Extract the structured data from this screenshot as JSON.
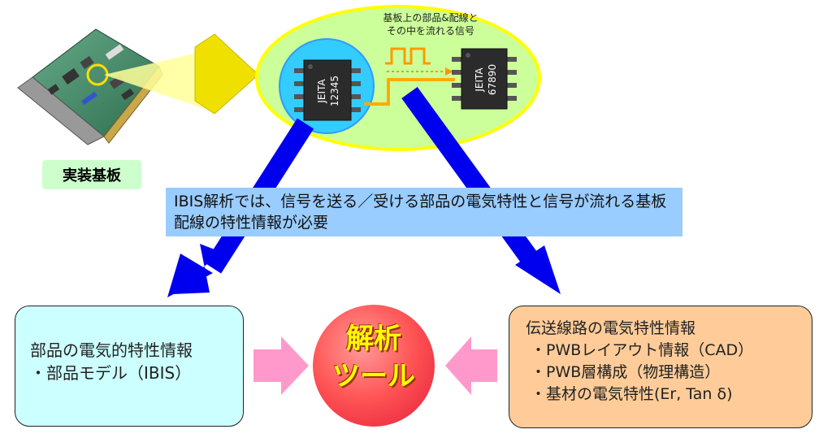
{
  "board_label": "実装基板",
  "ellipse_note": [
    "基板上の部品&配線と",
    "その中を流れる信号"
  ],
  "chips": [
    {
      "line1": "JEITA",
      "line2": "12345"
    },
    {
      "line1": "JEITA",
      "line2": "67890"
    }
  ],
  "banner_text": "IBIS解析では、信号を送る／受ける部品の電気特性と信号が流れる基板配線の特性情報が必要",
  "left_box": {
    "title": "部品の電気的特性情報",
    "items": [
      "・部品モデル（IBIS）"
    ]
  },
  "right_box": {
    "title": "伝送線路の電気特性情報",
    "items": [
      "・PWBレイアウト情報（CAD）",
      "・PWB層構成（物理構造）",
      "・基材の電気特性(Er, Tan δ)"
    ]
  },
  "center_tool": {
    "line1": "解析",
    "line2": "ツール"
  },
  "colors": {
    "ellipse_fill": "#ccff99",
    "ellipse_border": "#ffff00",
    "blue_arrow": "#0000ee",
    "pink_arrow": "#ff99cc",
    "signal": "#ff9900",
    "tool_circle": "#ff6666"
  }
}
